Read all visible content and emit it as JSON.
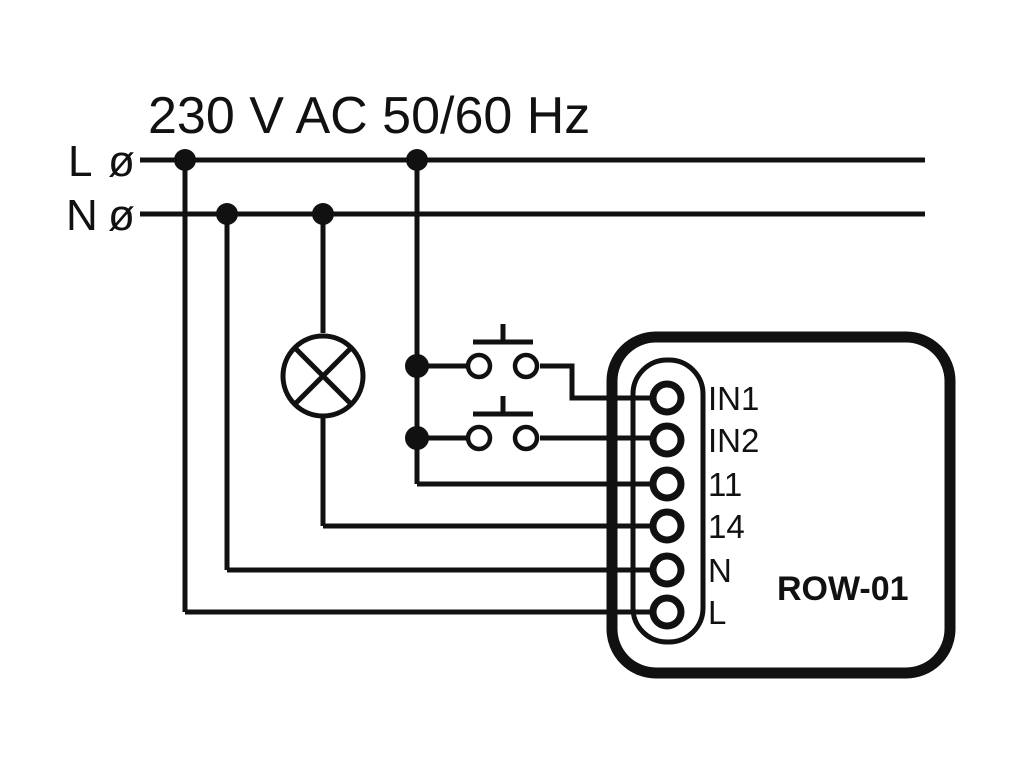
{
  "supply": {
    "title": "230 V AC 50/60 Hz",
    "line_label": "L",
    "neutral_label": "N",
    "terminal_symbol": "ø"
  },
  "module": {
    "model": "ROW-01",
    "terminals": [
      "IN1",
      "IN2",
      "11",
      "14",
      "N",
      "L"
    ]
  },
  "colors": {
    "ink": "#111111",
    "background": "#ffffff"
  },
  "icons": {
    "lamp": "lamp-icon",
    "pushbutton": "pushbutton-icon"
  }
}
